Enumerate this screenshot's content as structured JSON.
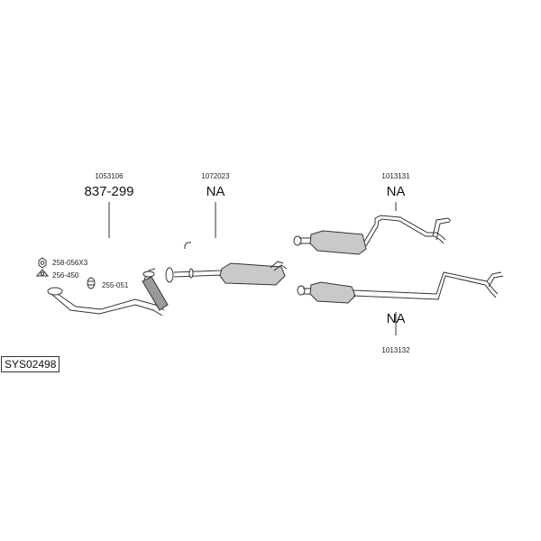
{
  "system_code": "SYS02498",
  "groups": [
    {
      "part_number": "1053106",
      "code": "837-299"
    },
    {
      "part_number": "1072023",
      "code": "NA"
    },
    {
      "part_number": "1013131",
      "code": "NA"
    },
    {
      "part_number": "1013132",
      "code": "NA"
    }
  ],
  "fittings": [
    {
      "label": "258-056X3",
      "icon": "nut-icon"
    },
    {
      "label": "256-450",
      "icon": "gasket-ring-icon"
    },
    {
      "label": "255-051",
      "icon": "clamp-icon"
    }
  ]
}
